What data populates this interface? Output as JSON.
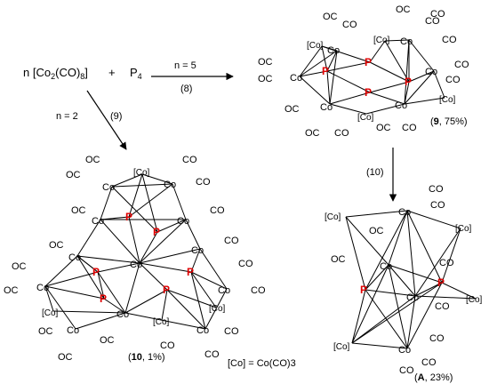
{
  "reactants": {
    "n": "n",
    "co2_a": "[Co",
    "sub2": "2",
    "co2_b": "(CO)",
    "sub8": "8",
    "co2_c": "]",
    "plus": "+",
    "p4": "P",
    "sub4": "4"
  },
  "arrows": {
    "right": {
      "condition": "n = 5",
      "step": "(8)"
    },
    "diag": {
      "condition": "n = 2",
      "step": "(9)"
    },
    "down": {
      "step": "(10)"
    }
  },
  "labels": {
    "co": "Co",
    "CO": "CO",
    "OC": "OC",
    "p": "P",
    "co_frag": "[Co]"
  },
  "compound9": {
    "num": "9",
    "yield": ", 75%)"
  },
  "compound10": {
    "num": "10",
    "yield": ", 1%)"
  },
  "compoundA": {
    "num": "A",
    "yield": ", 23%)"
  },
  "open_paren": "(",
  "legend": "[Co] = Co(CO)3"
}
